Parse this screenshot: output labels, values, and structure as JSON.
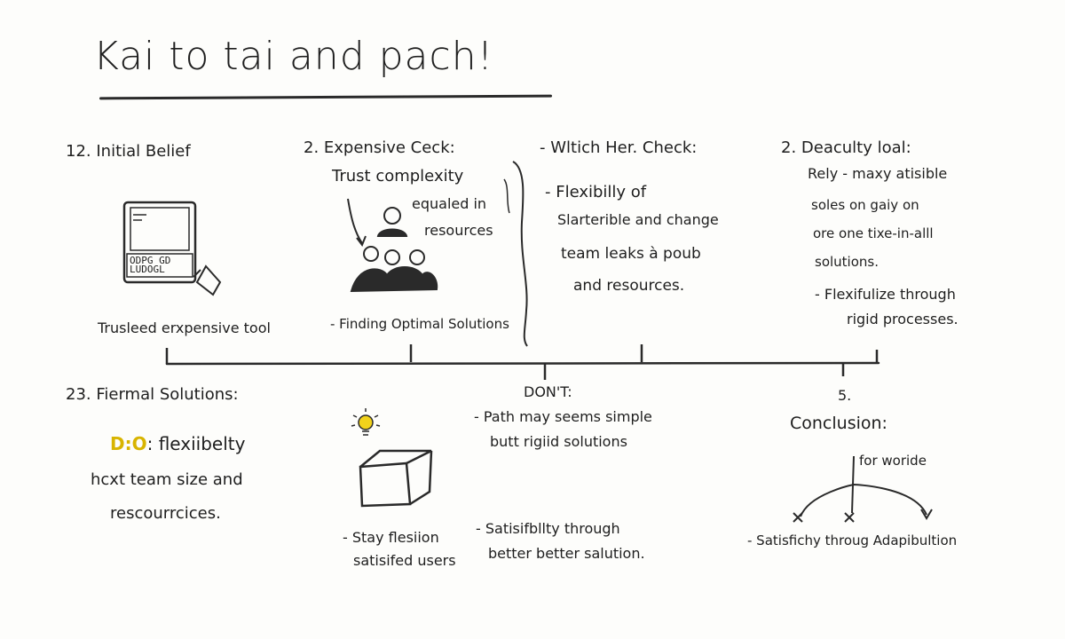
{
  "title": "Kai to tai and pach!",
  "top": {
    "col1": {
      "heading": "12. Initial Belief",
      "caption": "Trusleed erxpensive tool",
      "device_lines": [
        "ODPG GD",
        "LUDOGL"
      ]
    },
    "col2": {
      "heading": "2. Expensive Ceck:",
      "line1": "Trust complexity",
      "line2": "equaled in",
      "line3": "resources",
      "caption": "- Finding Optimal Solutions"
    },
    "col3": {
      "heading": "- Wltich Her. Check:",
      "line1": "- Flexibilly of",
      "line2": "Slarterible and change",
      "line3": "team leaks à poub",
      "line4": "and resources."
    },
    "col4": {
      "heading": "2. Deaculty loal:",
      "line1": "Rely - maxy atisible",
      "line2": "soles on gaiy on",
      "line3": "ore one tixe-in-alll",
      "line4": "solutions.",
      "line5": "- Flexifulize through",
      "line6": "rigid processes."
    }
  },
  "bottom": {
    "col1": {
      "heading": "23. Fiermal Solutions:",
      "do_prefix": "D:O",
      "line1": ": flexiibelty",
      "line2": "hcxt team size and",
      "line3": "rescourrcices."
    },
    "col2": {
      "line1": "- Stay flesiion",
      "line2": "satisifed users"
    },
    "col3": {
      "heading": "DON'T:",
      "line1": "- Path may seems simple",
      "line2": "butt rigiid solutions",
      "line3": "- Satisifbllty through",
      "line4": "better better salution."
    },
    "col4": {
      "number": "5.",
      "heading": "Conclusion:",
      "branch_label": "for woride",
      "caption": "- Satisfichy throug Adapibultion"
    }
  }
}
